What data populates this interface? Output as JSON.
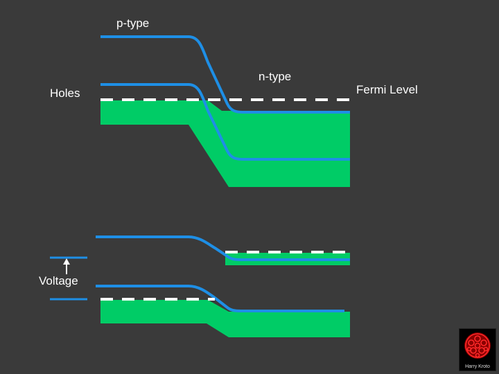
{
  "labels": {
    "p_type": "p-type",
    "n_type": "n-type",
    "holes": "Holes",
    "fermi_level": "Fermi Level",
    "voltage": "Voltage"
  },
  "logo": {
    "text": "Harry Kroto"
  },
  "colors": {
    "background": "#3a3a3a",
    "band_line": "#1e8fe6",
    "holes_fill": "#00cc66",
    "fermi_dash": "#ffffff",
    "text": "#ffffff"
  }
}
